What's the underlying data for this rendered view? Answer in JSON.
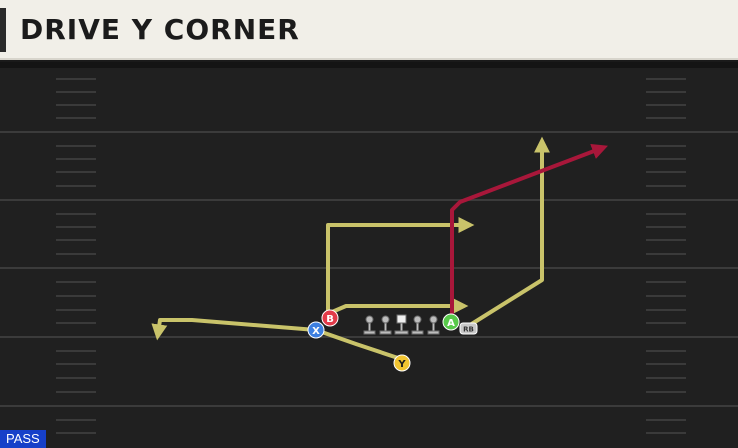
{
  "play": {
    "name": "DRIVE Y CORNER",
    "mode": "PASS"
  },
  "players": [
    {
      "id": "B",
      "label": "B",
      "color": "#e23a4a",
      "role": "receiver"
    },
    {
      "id": "X",
      "label": "X",
      "color": "#3d7fe0",
      "role": "receiver"
    },
    {
      "id": "Y",
      "label": "Y",
      "color": "#f2c531",
      "role": "receiver"
    },
    {
      "id": "A",
      "label": "A",
      "color": "#58c94a",
      "role": "receiver"
    },
    {
      "id": "RB",
      "label": "RB",
      "color": "#c8c8c8",
      "role": "running-back"
    }
  ],
  "colors": {
    "route_primary": "#c9c36a",
    "route_highlight": "#a8173a",
    "field_bg": "#1f1f1f",
    "yard_line": "#3a3a3a"
  }
}
